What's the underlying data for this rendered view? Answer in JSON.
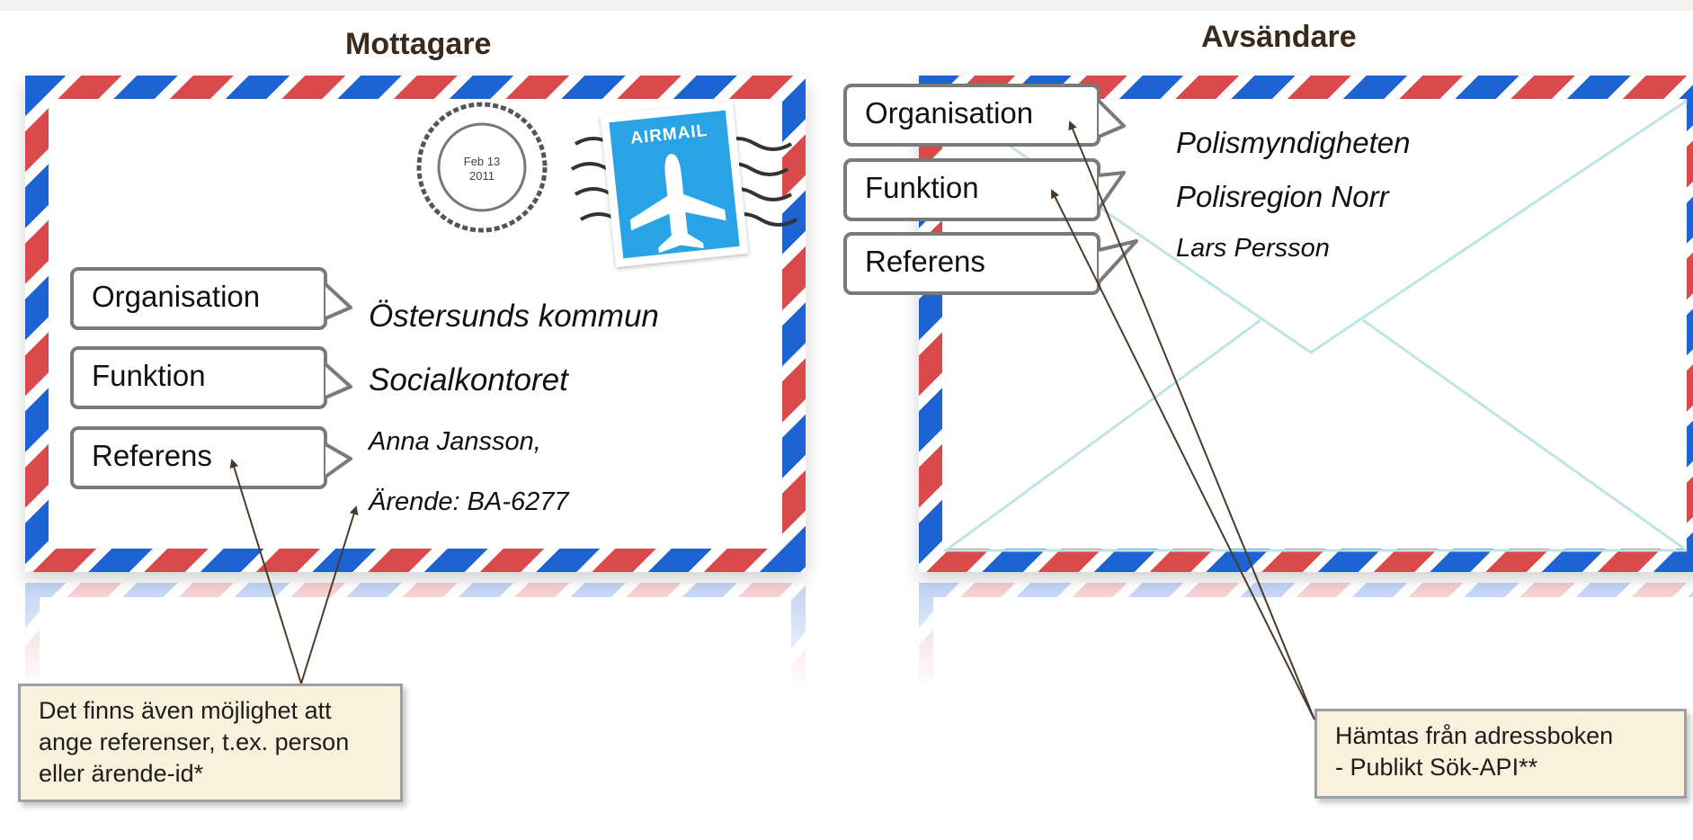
{
  "recipient": {
    "heading": "Mottagare",
    "labels": {
      "organisation": "Organisation",
      "funktion": "Funktion",
      "referens": "Referens"
    },
    "values": {
      "organisation": "Östersunds kommun",
      "funktion": "Socialkontoret",
      "referens_line1": "Anna Jansson,",
      "referens_line2": "Ärende: BA-6277"
    },
    "stamp_text": "AIRMAIL",
    "postmark_text": "Feb 13 2011",
    "note_lines": [
      "Det finns även möjlighet att",
      "ange referenser, t.ex. person",
      "eller ärende-id*"
    ]
  },
  "sender": {
    "heading": "Avsändare",
    "labels": {
      "organisation": "Organisation",
      "funktion": "Funktion",
      "referens": "Referens"
    },
    "values": {
      "organisation": "Polismyndigheten",
      "funktion": "Polisregion Norr",
      "referens": "Lars Persson"
    },
    "note_lines": [
      "Hämtas från adressboken",
      "- Publikt Sök-API**"
    ]
  },
  "colors": {
    "stripe_blue": "#1e63d3",
    "stripe_red": "#db4a4a",
    "note_bg": "#faf1dc",
    "heading": "#3b2a1c",
    "stamp_blue": "#2aa3e6"
  },
  "icons": [
    "airplane-icon",
    "postmark-icon"
  ]
}
